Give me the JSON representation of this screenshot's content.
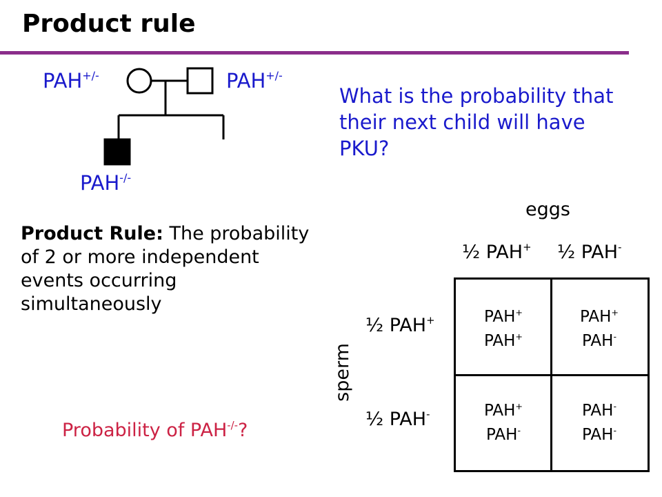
{
  "title": "Product rule",
  "accent_color": "#8B2E8B",
  "pedigree": {
    "mother_label": {
      "base": "PAH",
      "sup": "+/-"
    },
    "father_label": {
      "base": "PAH",
      "sup": "+/-"
    },
    "child_label": {
      "base": "PAH",
      "sup": "-/-"
    },
    "label_color": "#1a1acc"
  },
  "question": "What is the probability that their next child will have PKU?",
  "product_rule": {
    "term": "Product Rule:",
    "definition": " The probability of 2 or more independent events occurring simultaneously"
  },
  "probability_question": {
    "prefix": "Probability of PAH",
    "sup": "-/-",
    "suffix": "?"
  },
  "punnett": {
    "eggs_label": "eggs",
    "sperm_label": "sperm",
    "column_headers": [
      {
        "frac": "½ PAH",
        "sup": "+"
      },
      {
        "frac": "½ PAH",
        "sup": "-"
      }
    ],
    "row_headers": [
      {
        "frac": "½ PAH",
        "sup": "+"
      },
      {
        "frac": "½ PAH",
        "sup": "-"
      }
    ],
    "cells": [
      [
        {
          "a": "PAH",
          "a_sup": "+",
          "b": "PAH",
          "b_sup": "+"
        },
        {
          "a": "PAH",
          "a_sup": "+",
          "b": "PAH",
          "b_sup": "-"
        }
      ],
      [
        {
          "a": "PAH",
          "a_sup": "+",
          "b": "PAH",
          "b_sup": "-"
        },
        {
          "a": "PAH",
          "a_sup": "-",
          "b": "PAH",
          "b_sup": "-"
        }
      ]
    ]
  }
}
